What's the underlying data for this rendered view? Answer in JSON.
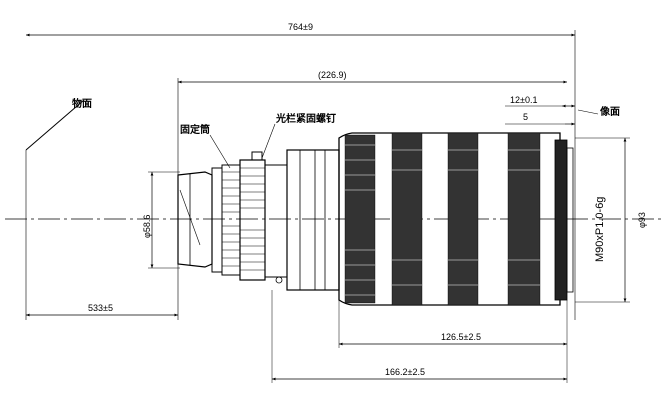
{
  "dimensions": {
    "overall": "764±9",
    "length_226": "(226.9)",
    "offset_12": "12±0.1",
    "offset_5": "5",
    "diameter_58": "φ58.6",
    "diameter_93": "φ93",
    "thread": "M90xP1.0-6g",
    "object_dist": "533±5",
    "len_126": "126.5±2.5",
    "len_166": "166.2±2.5"
  },
  "labels": {
    "object_plane": "物面",
    "fixed_barrel": "固定筒",
    "aperture_screw": "光栏紧固螺钉",
    "image_plane": "像面"
  }
}
